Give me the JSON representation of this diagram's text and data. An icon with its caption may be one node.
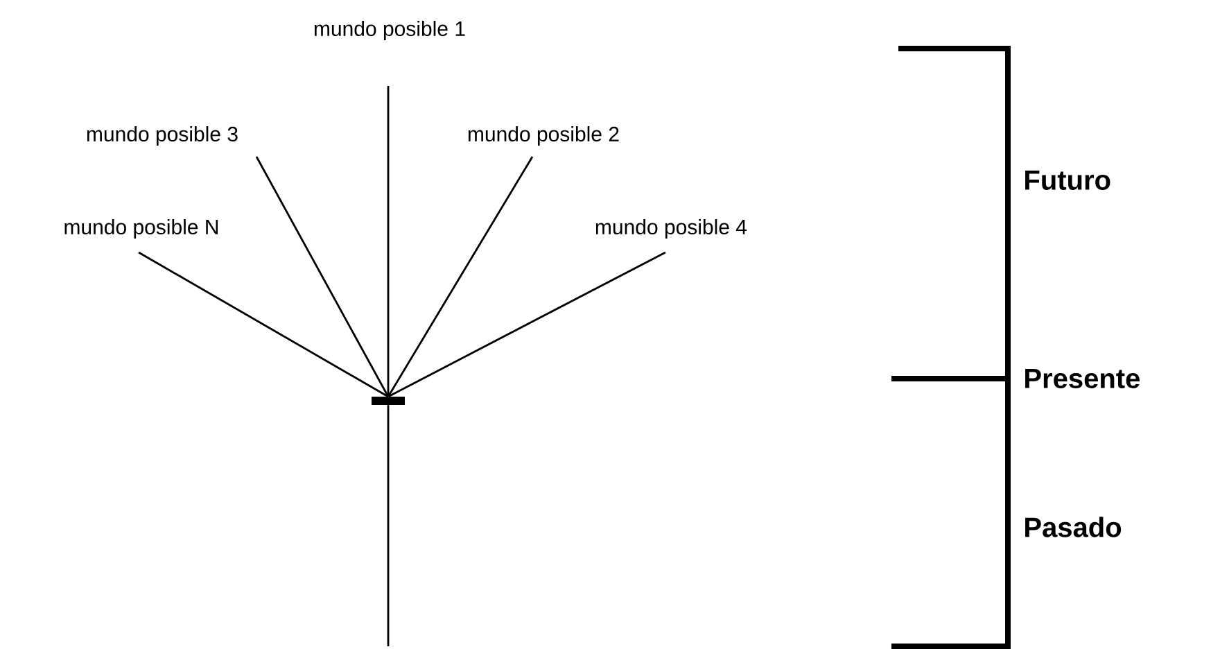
{
  "diagram": {
    "nodes": [
      {
        "text": [
          "mundo posible 1"
        ]
      },
      {
        "text": [
          "mundo posible 3"
        ]
      },
      {
        "text": [
          "mundo posible 2"
        ]
      },
      {
        "text": [
          "mundo posible N"
        ]
      },
      {
        "text": [
          "mundo posible 4"
        ]
      },
      {
        "text": [],
        "shape": "bar"
      }
    ],
    "edges": [
      {
        "from": 5,
        "to": 0,
        "arrow": "none"
      },
      {
        "from": 5,
        "to": 1,
        "arrow": "none"
      },
      {
        "from": 5,
        "to": 2,
        "arrow": "none"
      },
      {
        "from": 5,
        "to": 3,
        "arrow": "none"
      },
      {
        "from": 5,
        "to": 4,
        "arrow": "none"
      },
      {
        "from": 5,
        "to": null,
        "arrow": "none"
      }
    ],
    "labels": [
      "Futuro",
      "Presente",
      "Pasado"
    ]
  }
}
